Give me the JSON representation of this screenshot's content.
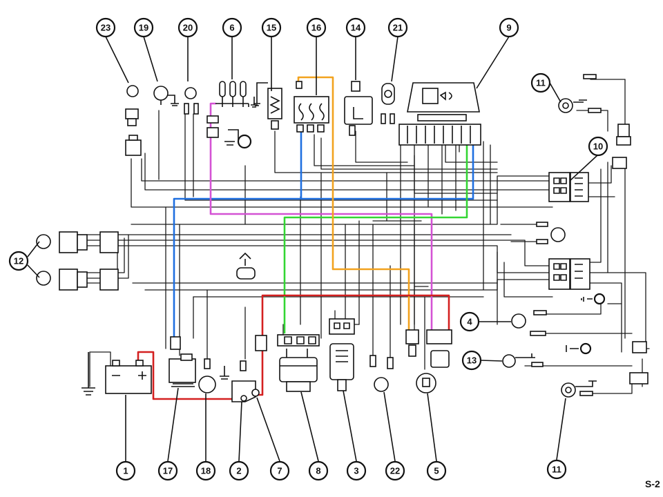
{
  "figure": {
    "plate_label": "S-2",
    "callouts": [
      {
        "id": "c23",
        "label": "23"
      },
      {
        "id": "c19",
        "label": "19"
      },
      {
        "id": "c20",
        "label": "20"
      },
      {
        "id": "c6",
        "label": "6"
      },
      {
        "id": "c15",
        "label": "15"
      },
      {
        "id": "c16",
        "label": "16"
      },
      {
        "id": "c14",
        "label": "14"
      },
      {
        "id": "c21",
        "label": "21"
      },
      {
        "id": "c9",
        "label": "9"
      },
      {
        "id": "c11a",
        "label": "11"
      },
      {
        "id": "c10",
        "label": "10"
      },
      {
        "id": "c12",
        "label": "12"
      },
      {
        "id": "c4",
        "label": "4"
      },
      {
        "id": "c13",
        "label": "13"
      },
      {
        "id": "c11b",
        "label": "11"
      },
      {
        "id": "c1",
        "label": "1"
      },
      {
        "id": "c17",
        "label": "17"
      },
      {
        "id": "c18",
        "label": "18"
      },
      {
        "id": "c2",
        "label": "2"
      },
      {
        "id": "c7",
        "label": "7"
      },
      {
        "id": "c8",
        "label": "8"
      },
      {
        "id": "c3",
        "label": "3"
      },
      {
        "id": "c22",
        "label": "22"
      },
      {
        "id": "c5",
        "label": "5"
      }
    ],
    "wire_colors": {
      "blue": "#1f6fe0",
      "magenta": "#d452d4",
      "green": "#33d633",
      "orange": "#f2a21e",
      "red": "#d42020"
    }
  }
}
